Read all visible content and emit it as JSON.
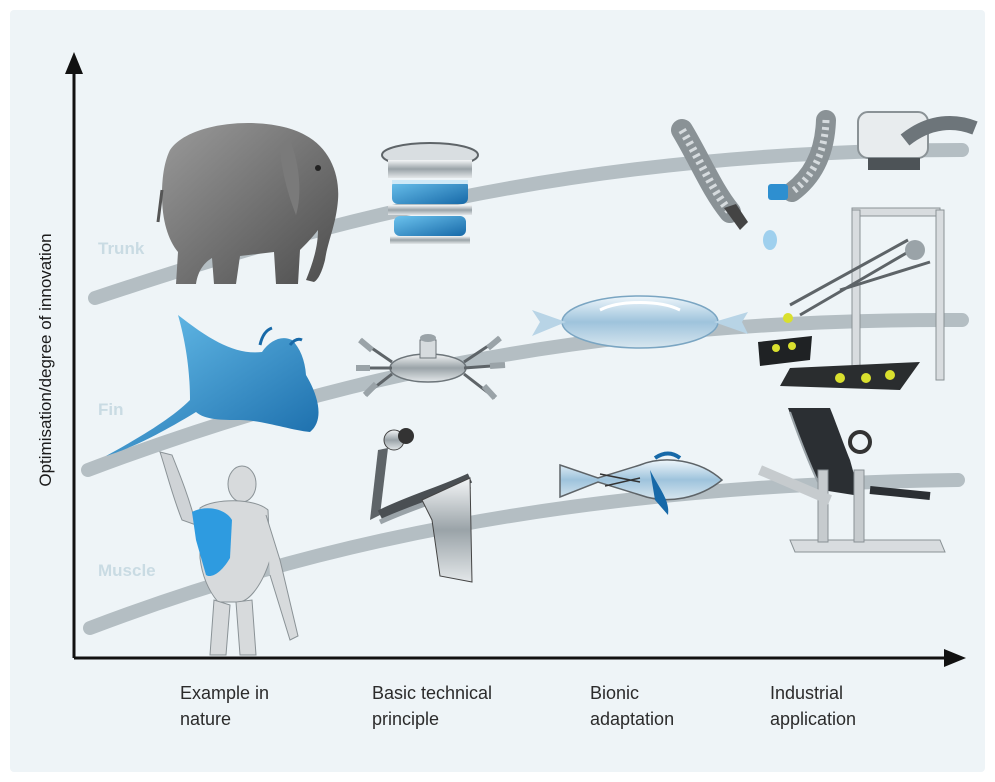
{
  "diagram": {
    "y_axis_label": "Optimisation/degree of innovation",
    "x_stages": [
      "Example in\nnature",
      "Basic technical\nprinciple",
      "Bionic\nadaptation",
      "Industrial\napplication"
    ],
    "rows": [
      {
        "label": "Trunk",
        "items": [
          "elephant",
          "bionic-handling-assistant-segments",
          "",
          "robotic-trunk-gripper-and-manipulator"
        ]
      },
      {
        "label": "Fin",
        "items": [
          "manta-ray",
          "fin-ray-actuator-module",
          "airship-with-fin-propulsion",
          "fin-gripper-pick-and-place-robot"
        ]
      },
      {
        "label": "Muscle",
        "items": [
          "human-anatomy-figure",
          "pneumatic-muscle-arm",
          "robotic-fish",
          "pneumatic-muscle-seat-simulator"
        ]
      }
    ],
    "colors": {
      "background": "#eef4f7",
      "curve": "#b4bec3",
      "row_label": "#c9dbe3",
      "axis": "#111111",
      "accent_blue": "#2e8fd0"
    }
  }
}
